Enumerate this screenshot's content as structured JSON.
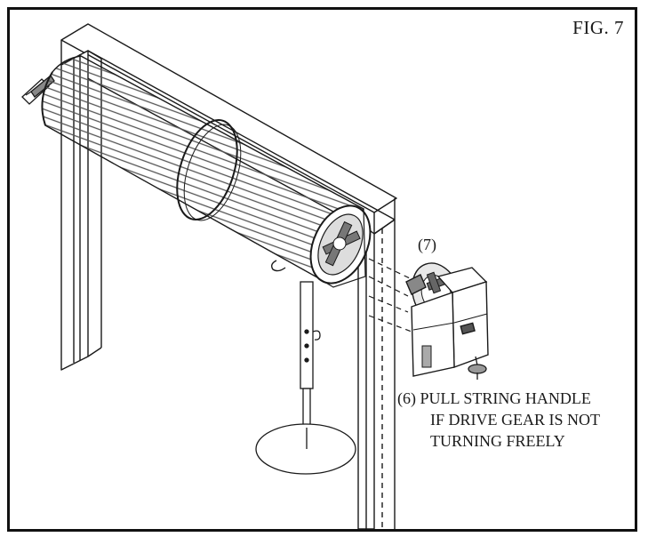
{
  "figure": {
    "label": "FIG. 7"
  },
  "callout": {
    "number": "(7)"
  },
  "instruction": {
    "line1": "(6) PULL STRING HANDLE",
    "line2": "IF DRIVE GEAR IS NOT",
    "line3": "TURNING FREELY"
  },
  "colors": {
    "stroke": "#1a1a1a",
    "frame": "#111111",
    "shade": "#6e6e6e",
    "dark_shade": "#444444"
  }
}
